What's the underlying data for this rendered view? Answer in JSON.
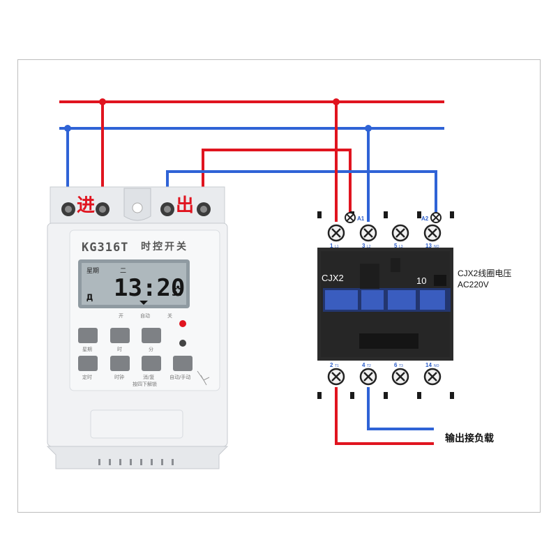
{
  "labels": {
    "in": "进",
    "out": "出",
    "model": "KG316T",
    "title": "时控开关",
    "lcd_week": "星期",
    "lcd_day": "二",
    "lcd_time": "13:20",
    "lcd_seconds": "57",
    "lcd_mode_left": "д",
    "mode_on": "开",
    "mode_auto": "自动",
    "mode_off": "关",
    "buttons_row1": [
      "星期",
      "时",
      "分"
    ],
    "buttons_row2": [
      "定时",
      "时钟",
      "消/复",
      "自动/手动"
    ],
    "unlock_hint": "按四下解锁",
    "contactor_model": "CJX2",
    "contactor_rating": "10",
    "coil_voltage_line1": "CJX2线圈电压",
    "coil_voltage_line2": "AC220V",
    "output_label": "输出接负载",
    "top_terminals": [
      {
        "num": "1",
        "sub": "L1"
      },
      {
        "num": "3",
        "sub": "L2"
      },
      {
        "num": "5",
        "sub": "L3"
      },
      {
        "num": "13",
        "sub": "NO"
      }
    ],
    "bottom_terminals": [
      {
        "num": "2",
        "sub": "T1"
      },
      {
        "num": "4",
        "sub": "T2"
      },
      {
        "num": "6",
        "sub": "T3"
      },
      {
        "num": "14",
        "sub": "NO"
      }
    ],
    "coil_terminals": [
      "A1",
      "A2"
    ]
  },
  "colors": {
    "live_wire": "#e0141f",
    "neutral_wire": "#2f63d6",
    "contactor_body": "#2b2b2b",
    "contactor_window": "#2f4fa8",
    "timer_body": "#eef0f2"
  }
}
